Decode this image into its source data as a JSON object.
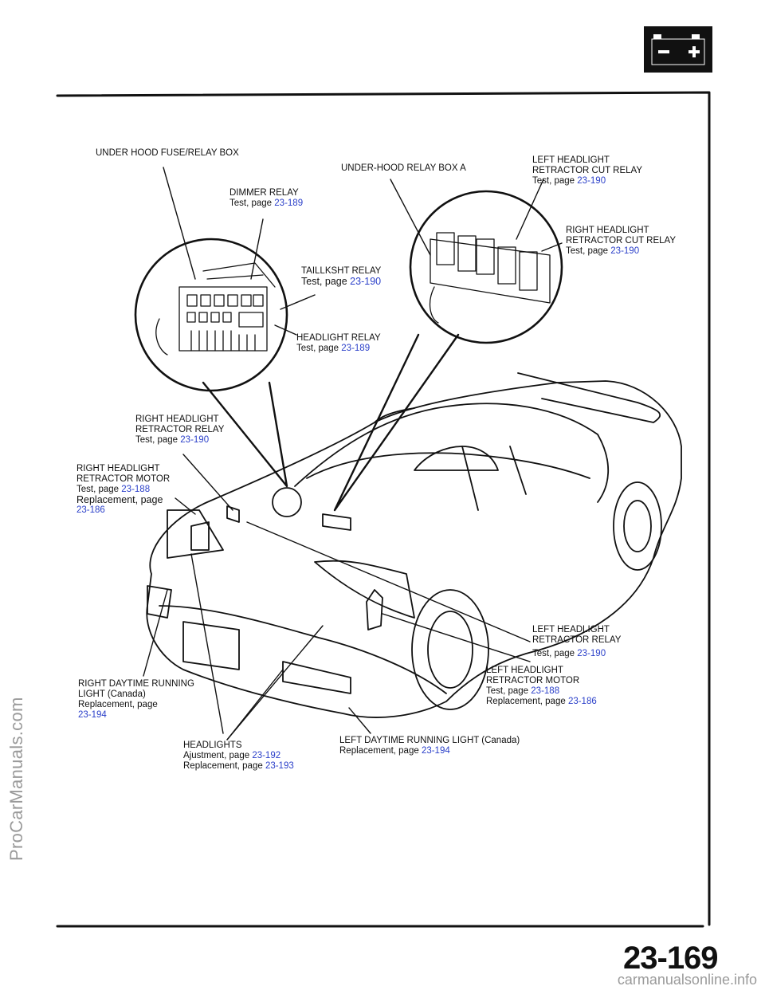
{
  "watermark": "ProCarManuals.com",
  "footer_url": "carmanualsonline.info",
  "page_number": "23-169",
  "icons": {
    "battery": "battery-icon"
  },
  "labels": {
    "under_hood_fuse_box": "UNDER HOOD FUSE/RELAY BOX",
    "under_hood_relay_box_a": "UNDER-HOOD RELAY BOX A",
    "left_hl_cut": {
      "l1": "LEFT HEADLIGHT",
      "l2": "RETRACTOR CUT RELAY",
      "test": "Test, page",
      "test_pg": "23-190"
    },
    "dimmer": {
      "l1": "DIMMER RELAY",
      "test": "Test, page",
      "test_pg": "23-189"
    },
    "right_hl_cut": {
      "l1": "RIGHT HEADLIGHT",
      "l2": "RETRACTOR CUT RELAY",
      "test": "Test, page",
      "test_pg": "23-190"
    },
    "taillight": {
      "l1": "TAILLKSHT RELAY",
      "test": "Test, page",
      "test_pg": "23-190"
    },
    "headlight_relay": {
      "l1": "HEADLIGHT RELAY",
      "test": "Test, page",
      "test_pg": "23-189"
    },
    "right_hl_retractor_relay": {
      "l1": "RIGHT HEADLIGHT",
      "l2": "RETRACTOR RELAY",
      "test": "Test, page",
      "test_pg": "23-190"
    },
    "right_hl_motor": {
      "l1": "RIGHT HEADLIGHT",
      "l2": "RETRACTOR MOTOR",
      "test": "Test, page",
      "test_pg": "23-188",
      "repl": "Replacement, page",
      "repl_pg": "23-186"
    },
    "left_hl_retractor_relay": {
      "l1": "LEFT HEADLIGHT",
      "l2": "RETRACTOR RELAY",
      "test": "Test, page",
      "test_pg": "23-190"
    },
    "left_hl_motor": {
      "l1": "LEFT HEADLIGHT",
      "l2": "RETRACTOR MOTOR",
      "test": "Test, page",
      "test_pg": "23-188",
      "repl": "Replacement, page",
      "repl_pg": "23-186"
    },
    "right_drl": {
      "l1": "RIGHT DAYTIME RUNNING",
      "l2": "LIGHT (Canada)",
      "repl": "Replacement, page",
      "repl_pg": "23-194"
    },
    "headlights": {
      "l1": "HEADLIGHTS",
      "adj": "Ajustment, page",
      "adj_pg": "23-192",
      "repl": "Replacement, page",
      "repl_pg": "23-193"
    },
    "left_drl": {
      "l1": "LEFT DAYTIME RUNNING LIGHT (Canada)",
      "repl": "Replacement, page",
      "repl_pg": "23-194"
    }
  }
}
